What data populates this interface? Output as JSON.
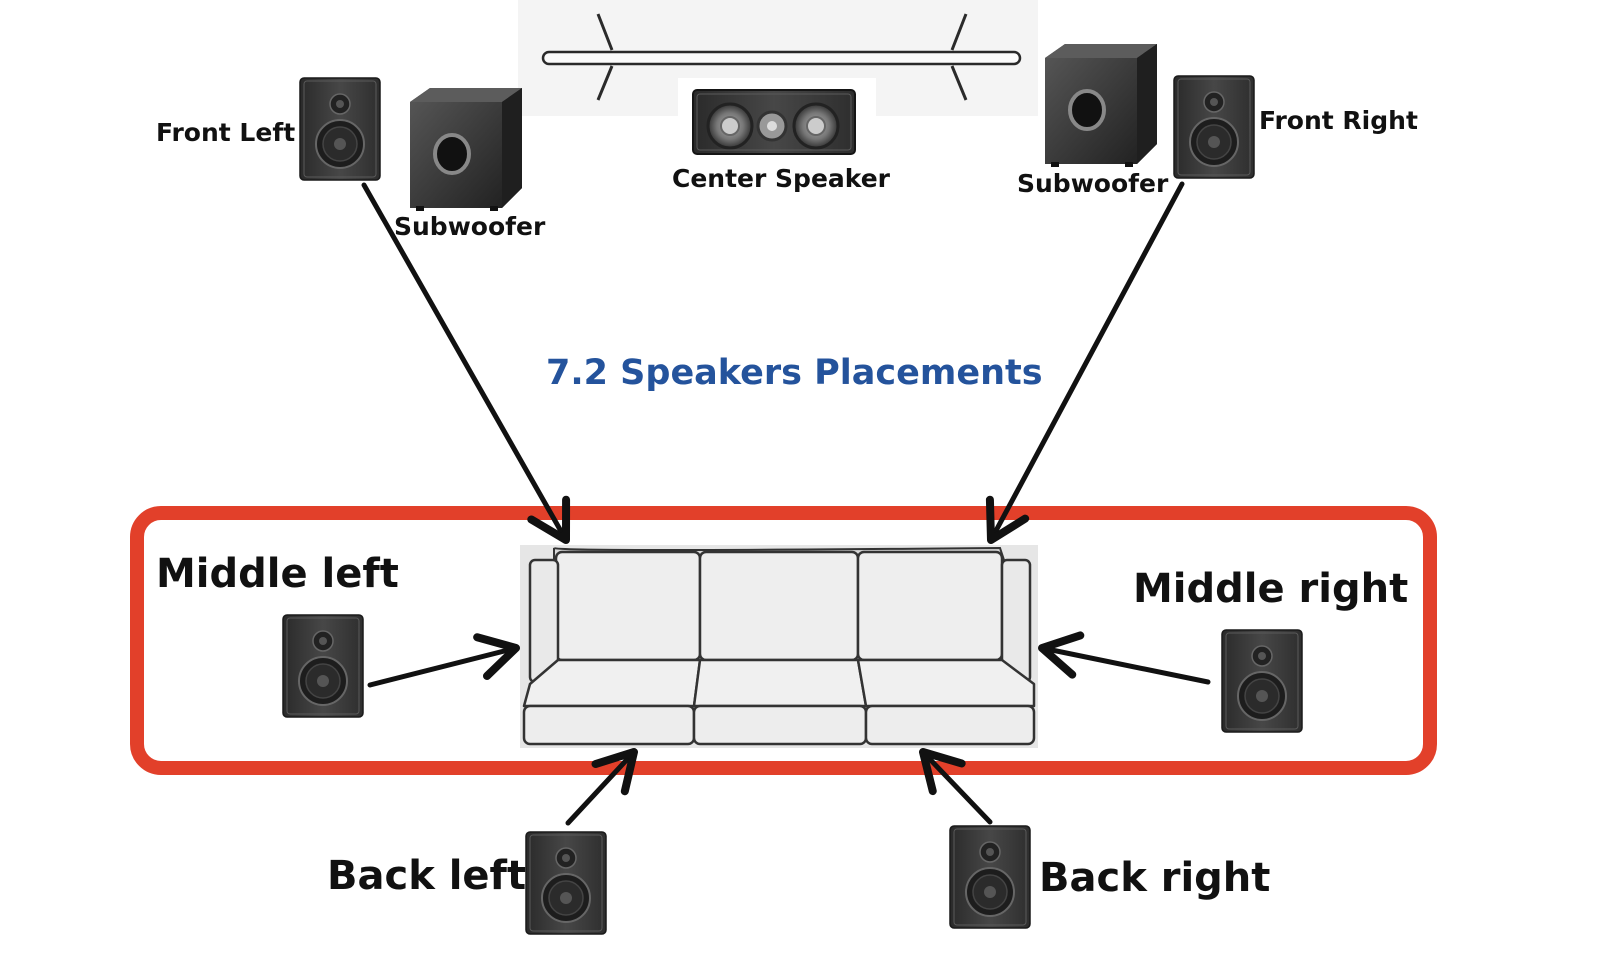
{
  "title": "7.2 Speakers Placements",
  "labels": {
    "front_left": "Front Left",
    "subwoofer_left": "Subwoofer",
    "center_speaker": "Center Speaker",
    "subwoofer_right": "Subwoofer",
    "front_right": "Front Right",
    "middle_left": "Middle left",
    "middle_right": "Middle right",
    "back_left": "Back left",
    "back_right": "Back right"
  },
  "colors": {
    "title": "#24539c",
    "highlight_box": "#e2402a",
    "speaker_body": "#3a3a3a",
    "arrow": "#111111",
    "sofa_fill": "#ececec",
    "tv_area": "#f4f4f4"
  },
  "icons": {
    "tv": "tv-stand-icon",
    "speaker": "bookshelf-speaker-icon",
    "subwoofer": "subwoofer-icon",
    "center": "center-channel-speaker-icon",
    "sofa": "three-seat-sofa-icon"
  }
}
